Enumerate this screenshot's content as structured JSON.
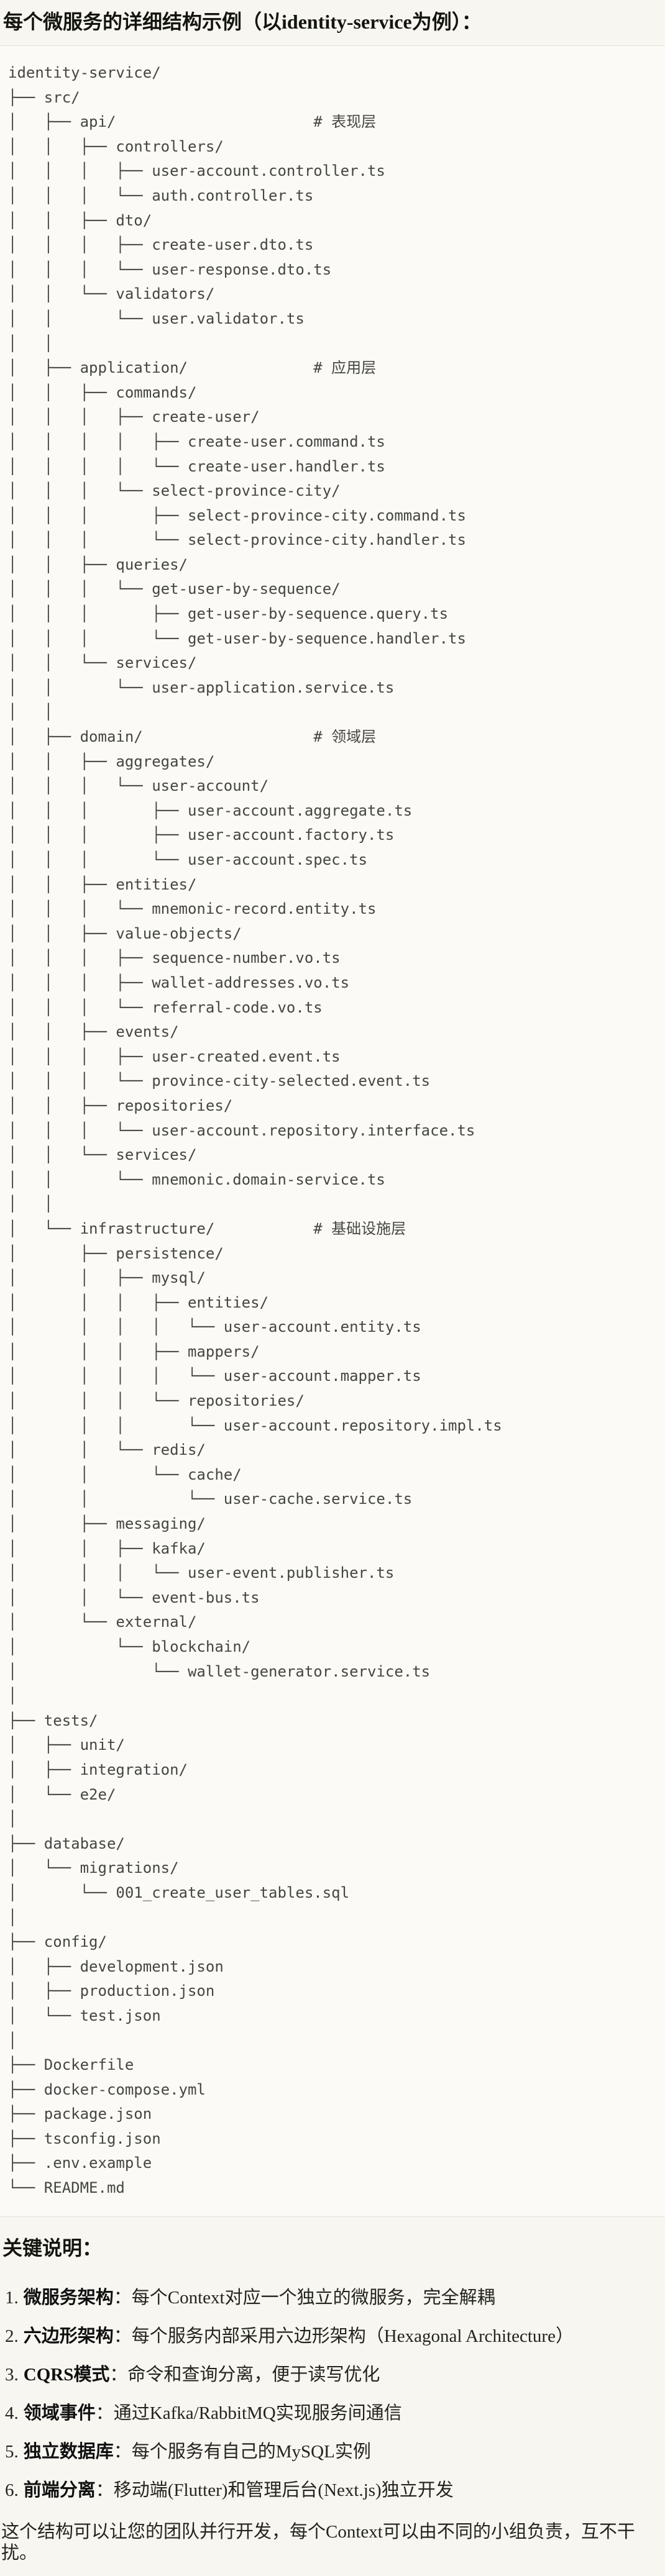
{
  "title": "每个微服务的详细结构示例（以identity-service为例）：",
  "colors": {
    "page_bg": "#f7f6f0",
    "code_bg": "#fbfaf6",
    "code_border": "#e4e2da",
    "code_text": "#454542",
    "body_text": "#24241f"
  },
  "file_tree": {
    "lines": [
      "identity-service/",
      "├── src/",
      "│   ├── api/                      # 表现层",
      "│   │   ├── controllers/",
      "│   │   │   ├── user-account.controller.ts",
      "│   │   │   └── auth.controller.ts",
      "│   │   ├── dto/",
      "│   │   │   ├── create-user.dto.ts",
      "│   │   │   └── user-response.dto.ts",
      "│   │   └── validators/",
      "│   │       └── user.validator.ts",
      "│   │",
      "│   ├── application/              # 应用层",
      "│   │   ├── commands/",
      "│   │   │   ├── create-user/",
      "│   │   │   │   ├── create-user.command.ts",
      "│   │   │   │   └── create-user.handler.ts",
      "│   │   │   └── select-province-city/",
      "│   │   │       ├── select-province-city.command.ts",
      "│   │   │       └── select-province-city.handler.ts",
      "│   │   ├── queries/",
      "│   │   │   └── get-user-by-sequence/",
      "│   │   │       ├── get-user-by-sequence.query.ts",
      "│   │   │       └── get-user-by-sequence.handler.ts",
      "│   │   └── services/",
      "│   │       └── user-application.service.ts",
      "│   │",
      "│   ├── domain/                   # 领域层",
      "│   │   ├── aggregates/",
      "│   │   │   └── user-account/",
      "│   │   │       ├── user-account.aggregate.ts",
      "│   │   │       ├── user-account.factory.ts",
      "│   │   │       └── user-account.spec.ts",
      "│   │   ├── entities/",
      "│   │   │   └── mnemonic-record.entity.ts",
      "│   │   ├── value-objects/",
      "│   │   │   ├── sequence-number.vo.ts",
      "│   │   │   ├── wallet-addresses.vo.ts",
      "│   │   │   └── referral-code.vo.ts",
      "│   │   ├── events/",
      "│   │   │   ├── user-created.event.ts",
      "│   │   │   └── province-city-selected.event.ts",
      "│   │   ├── repositories/",
      "│   │   │   └── user-account.repository.interface.ts",
      "│   │   └── services/",
      "│   │       └── mnemonic.domain-service.ts",
      "│   │",
      "│   └── infrastructure/           # 基础设施层",
      "│       ├── persistence/",
      "│       │   ├── mysql/",
      "│       │   │   ├── entities/",
      "│       │   │   │   └── user-account.entity.ts",
      "│       │   │   ├── mappers/",
      "│       │   │   │   └── user-account.mapper.ts",
      "│       │   │   └── repositories/",
      "│       │   │       └── user-account.repository.impl.ts",
      "│       │   └── redis/",
      "│       │       └── cache/",
      "│       │           └── user-cache.service.ts",
      "│       ├── messaging/",
      "│       │   ├── kafka/",
      "│       │   │   └── user-event.publisher.ts",
      "│       │   └── event-bus.ts",
      "│       └── external/",
      "│           └── blockchain/",
      "│               └── wallet-generator.service.ts",
      "│",
      "├── tests/",
      "│   ├── unit/",
      "│   ├── integration/",
      "│   └── e2e/",
      "│",
      "├── database/",
      "│   └── migrations/",
      "│       └── 001_create_user_tables.sql",
      "│",
      "├── config/",
      "│   ├── development.json",
      "│   ├── production.json",
      "│   └── test.json",
      "│",
      "├── Dockerfile",
      "├── docker-compose.yml",
      "├── package.json",
      "├── tsconfig.json",
      "├── .env.example",
      "└── README.md"
    ]
  },
  "notes": {
    "heading": "关键说明：",
    "items": [
      {
        "num": "1.",
        "label": "微服务架构",
        "text": "：每个Context对应一个独立的微服务，完全解耦"
      },
      {
        "num": "2.",
        "label": "六边形架构",
        "text": "：每个服务内部采用六边形架构（Hexagonal Architecture）"
      },
      {
        "num": "3.",
        "label": "CQRS模式",
        "text": "：命令和查询分离，便于读写优化"
      },
      {
        "num": "4.",
        "label": "领域事件",
        "text": "：通过Kafka/RabbitMQ实现服务间通信"
      },
      {
        "num": "5.",
        "label": "独立数据库",
        "text": "：每个服务有自己的MySQL实例"
      },
      {
        "num": "6.",
        "label": "前端分离",
        "text": "：移动端(Flutter)和管理后台(Next.js)独立开发"
      }
    ],
    "footer": "这个结构可以让您的团队并行开发，每个Context可以由不同的小组负责，互不干扰。"
  }
}
